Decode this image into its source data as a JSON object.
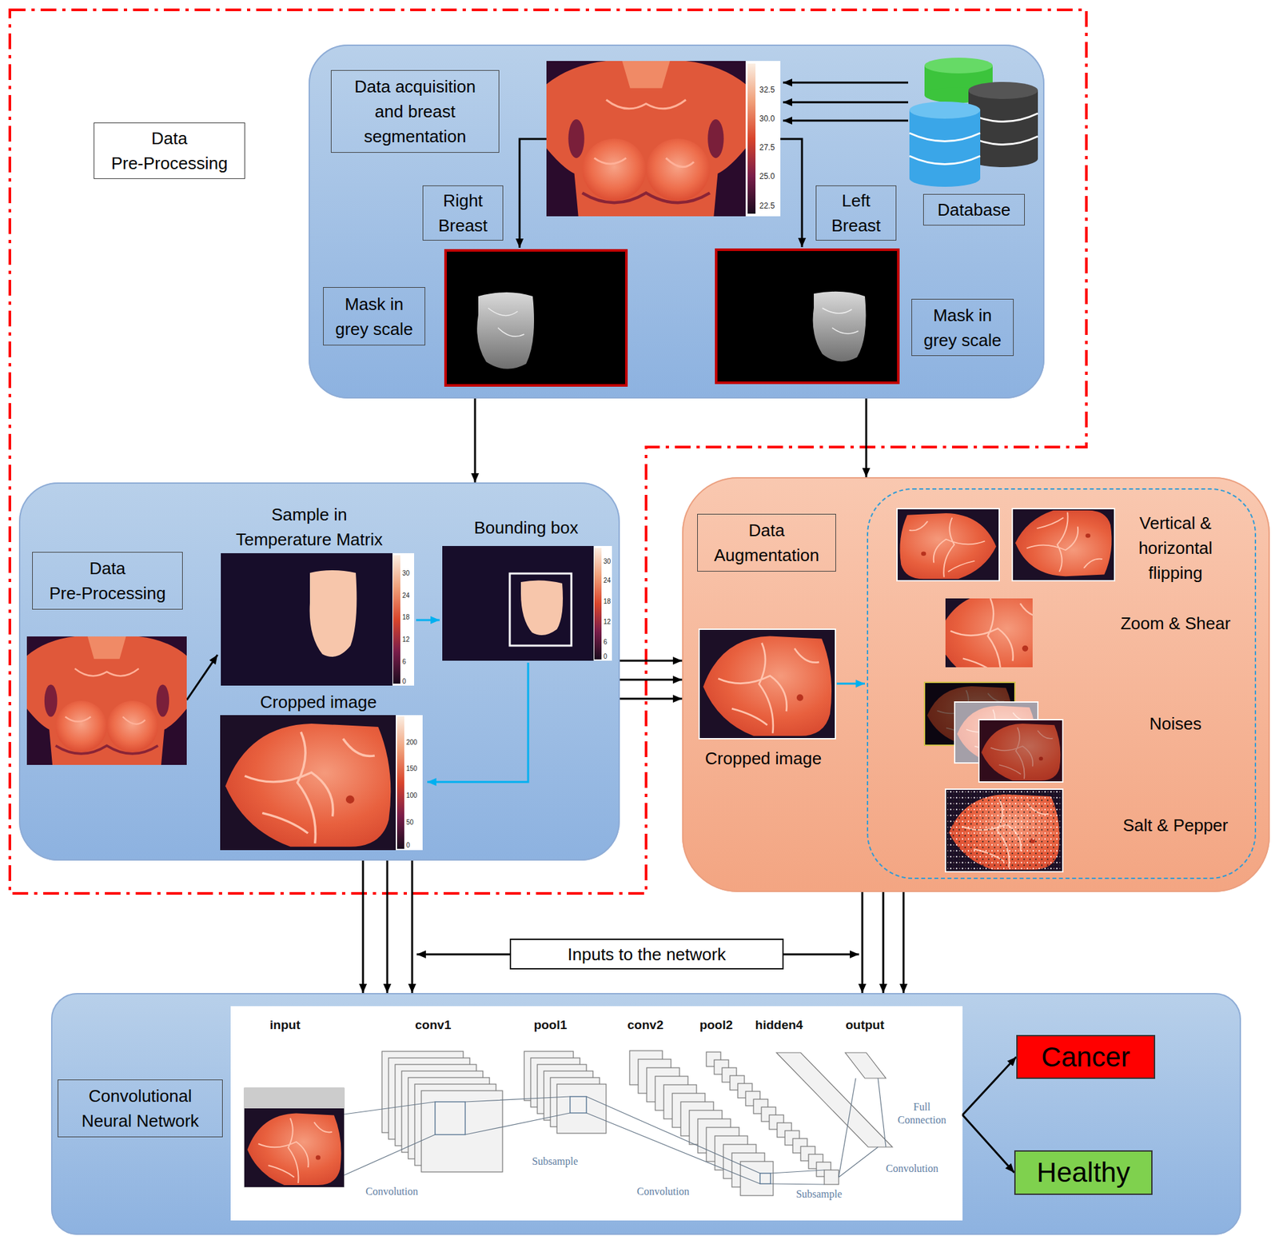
{
  "diagram": {
    "nodes": [
      {
        "text": [
          "Data Pre-Processing"
        ]
      },
      {
        "text": [
          "Data acquisition and breast segmentation"
        ]
      },
      {
        "text": [
          "Right Breast"
        ],
        "in": 1
      },
      {
        "text": [
          "Left Breast"
        ],
        "in": 1
      },
      {
        "text": [
          "Database"
        ],
        "in": 1
      },
      {
        "text": [
          "Mask in grey scale"
        ],
        "in": 1
      },
      {
        "text": [
          "Mask in grey scale"
        ],
        "in": 1
      },
      {
        "text": [
          "Data Pre-Processing",
          "Sample in Temperature Matrix",
          "Bounding box",
          "Cropped image"
        ]
      },
      {
        "text": [
          "Data Augmentation",
          "Cropped image"
        ]
      },
      {
        "text": [
          "Vertical & horizontal flipping",
          "Zoom & Shear",
          "Noises",
          "Salt & Pepper"
        ],
        "in": 8
      },
      {
        "text": [
          "Inputs to the network"
        ]
      },
      {
        "text": [
          "Convolutional Neural Network"
        ]
      },
      {
        "text": [
          "input",
          "conv1",
          "pool1",
          "conv2",
          "pool2",
          "hidden4",
          "output",
          "Convolution",
          "Subsample",
          "Convolution",
          "Subsample",
          "Full Connection",
          "Convolution"
        ],
        "in": 11
      },
      {
        "text": [
          "Cancer"
        ],
        "in": 11
      },
      {
        "text": [
          "Healthy"
        ],
        "in": 11
      }
    ],
    "edges": [
      {
        "from": 1,
        "to": 7,
        "arrow": "to"
      },
      {
        "from": 1,
        "to": 8,
        "arrow": "to"
      },
      {
        "from": 7,
        "to": 8,
        "arrow": "to"
      },
      {
        "from": 7,
        "to": 8,
        "arrow": "to"
      },
      {
        "from": 7,
        "to": 8,
        "arrow": "to"
      },
      {
        "from": 7,
        "to": 11,
        "arrow": "to"
      },
      {
        "from": 7,
        "to": 11,
        "arrow": "to"
      },
      {
        "from": 7,
        "to": 11,
        "arrow": "to"
      },
      {
        "from": 8,
        "to": 11,
        "arrow": "to"
      },
      {
        "from": 8,
        "to": 11,
        "arrow": "to"
      },
      {
        "from": 8,
        "to": 11,
        "arrow": "to"
      },
      {
        "from": 12,
        "to": 13,
        "arrow": "to"
      },
      {
        "from": 12,
        "to": 14,
        "arrow": "to"
      }
    ],
    "labels": [
      "32.5",
      "30.0",
      "27.5",
      "25.0",
      "22.5",
      "30",
      "24",
      "18",
      "12",
      "6",
      "0",
      "30",
      "24",
      "18",
      "12",
      "6",
      "0",
      "200",
      "150",
      "100",
      "50",
      "0"
    ]
  }
}
